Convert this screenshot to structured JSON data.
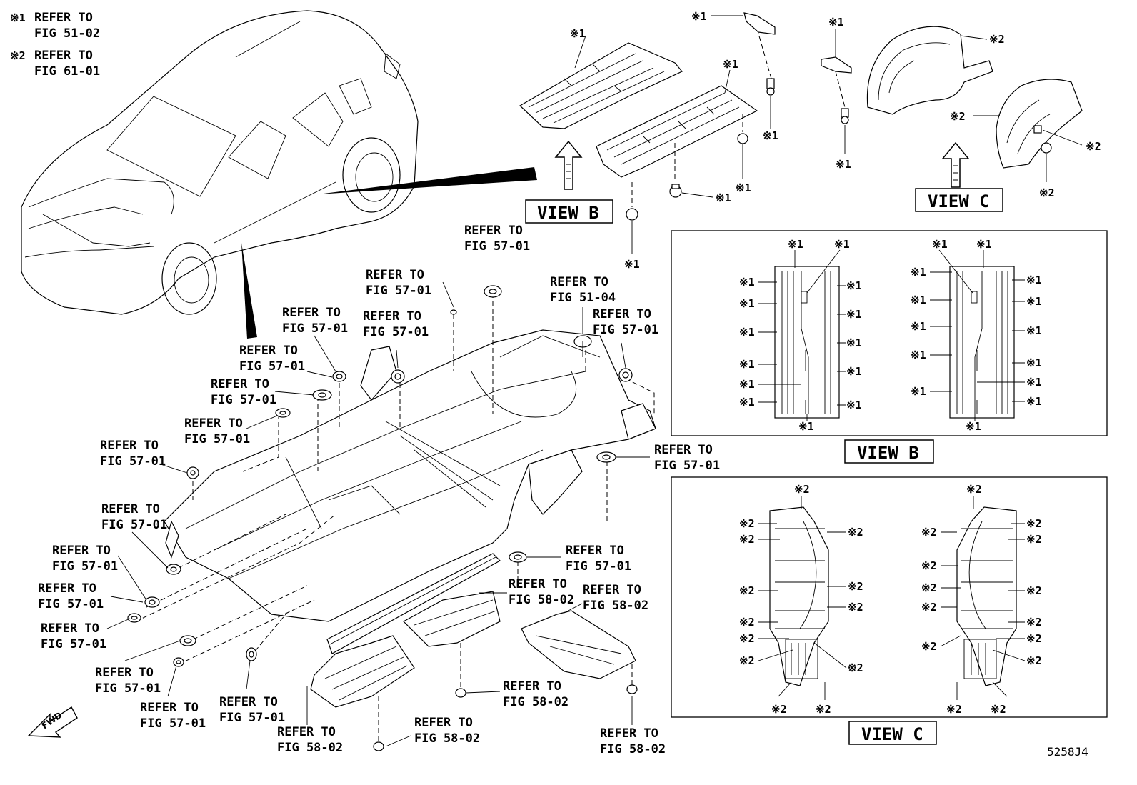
{
  "legend": {
    "m1": "※1",
    "m1_text_1": "REFER TO",
    "m1_text_2": "FIG 51-02",
    "m2": "※2",
    "m2_text_1": "REFER TO",
    "m2_text_2": "FIG 61-01"
  },
  "views": {
    "b": "VIEW B",
    "c": "VIEW C"
  },
  "markers": {
    "m1": "※1",
    "m2": "※2"
  },
  "refer": "REFER TO",
  "figs": {
    "f5701": "FIG 57-01",
    "f5104": "FIG 51-04",
    "f5802": "FIG 58-02"
  },
  "fwd": "FWD",
  "code": "5258J4"
}
